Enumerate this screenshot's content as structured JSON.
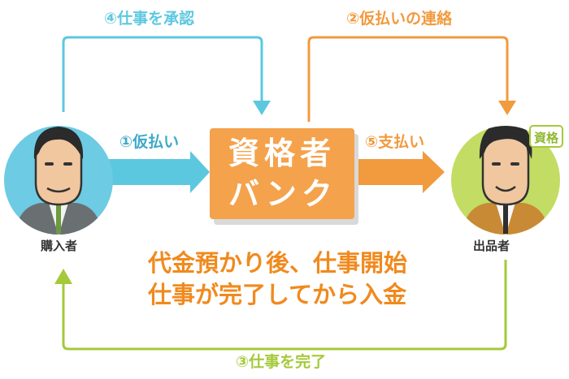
{
  "steps": {
    "step1": "①仮払い",
    "step2": "②仮払いの連絡",
    "step3": "③仕事を完了",
    "step4": "④仕事を承認",
    "step5": "⑤支払い"
  },
  "actors": {
    "buyer": "購入者",
    "seller": "出品者",
    "seller_badge": "資格"
  },
  "bank": {
    "line1": "資格者",
    "line2": "バンク"
  },
  "message": {
    "line1": "代金預かり後、仕事開始",
    "line2": "仕事が完了してから入金"
  },
  "colors": {
    "blue": "#5cc8e0",
    "orange": "#f19a3e",
    "green": "#a5c93a",
    "bank_fill": "#f4a24c",
    "message": "#f08a1e"
  }
}
